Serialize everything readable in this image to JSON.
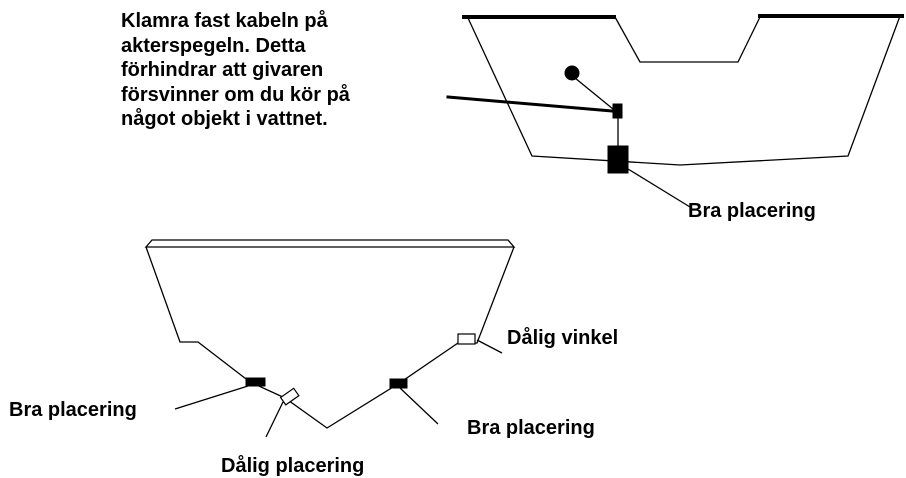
{
  "note": {
    "lines": [
      "Klamra fast kabeln på",
      "akterspegeln. Detta",
      "förhindrar att givaren",
      "försvinner om du kör på",
      "något objekt i vattnet."
    ]
  },
  "labels": {
    "top_good": "Bra placering",
    "bad_angle": "Dålig vinkel",
    "left_good": "Bra placering",
    "right_good": "Bra placering",
    "bad_placement": "Dålig placering"
  },
  "colors": {
    "ink": "#000000",
    "background": "#ffffff"
  }
}
